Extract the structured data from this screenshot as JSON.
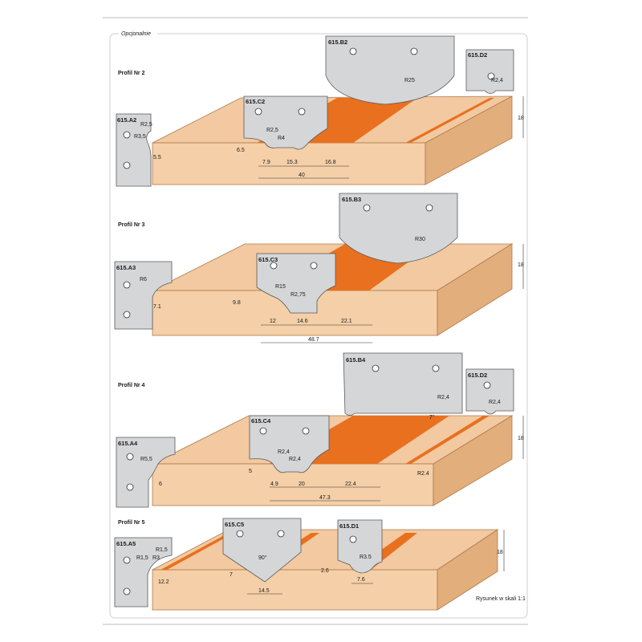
{
  "header": {
    "option_label": "Opcjonalnie"
  },
  "profiles": [
    {
      "title": "Profil Nr 2",
      "cutters": {
        "a": "615.A2",
        "b": "615.B2",
        "c": "615.C2",
        "d": "615.D2"
      },
      "radii": [
        "R2,5",
        "R3,5",
        "R25",
        "R2,4",
        "R2,5",
        "R4"
      ],
      "dims": [
        "5.5",
        "6.5",
        "7.9",
        "15.3",
        "16.8",
        "40",
        "18"
      ]
    },
    {
      "title": "Profil Nr 3",
      "cutters": {
        "a": "615.A3",
        "b": "615.B3",
        "c": "615.C3"
      },
      "radii": [
        "R6",
        "R30",
        "R15",
        "R2,75"
      ],
      "dims": [
        "7.1",
        "9.8",
        "12",
        "14.6",
        "22.1",
        "48.7",
        "18"
      ]
    },
    {
      "title": "Profil Nr 4",
      "cutters": {
        "a": "615.A4",
        "b": "615.B4",
        "c": "615.C4",
        "d": "615.D2"
      },
      "radii": [
        "R5,5",
        "R2,4",
        "R2,4",
        "R2,4",
        "R2,4",
        "R2.4"
      ],
      "angles": [
        "7°"
      ],
      "dims": [
        "5",
        "6",
        "4.9",
        "20",
        "22.4",
        "47.3",
        "18"
      ]
    },
    {
      "title": "Profil Nr 5",
      "cutters": {
        "a": "615.A5",
        "c": "615.C5",
        "d": "615.D1"
      },
      "radii": [
        "R1,5",
        "R1,5",
        "R3",
        "R3.5"
      ],
      "angles": [
        "90°"
      ],
      "dims": [
        "12.2",
        "7",
        "14.5",
        "2.6",
        "7.6",
        "18"
      ]
    }
  ],
  "footer": {
    "scale_note": "Rysunek w skali 1:1"
  },
  "colors": {
    "wood": "#f2c9a0",
    "wood_dark": "#d79f6c",
    "groove": "#e8701e",
    "cutter": "#d5d6d8",
    "cutter_stroke": "#5a5a5a"
  }
}
